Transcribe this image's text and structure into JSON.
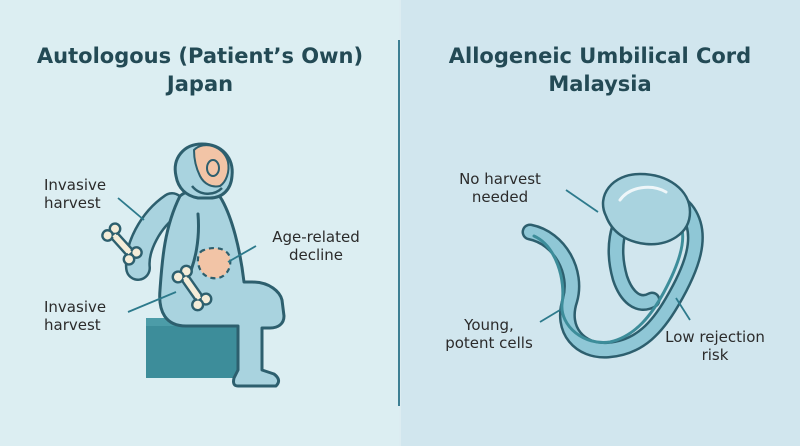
{
  "left_panel": {
    "title_line1": "Autologous (Patient’s Own)",
    "title_line2": "Japan",
    "labels": {
      "harvest_top_l1": "Invasive",
      "harvest_top_l2": "harvest",
      "harvest_bottom_l1": "Invasive",
      "harvest_bottom_l2": "harvest",
      "decline_l1": "Age-related",
      "decline_l2": "decline"
    }
  },
  "right_panel": {
    "title_line1": "Allogeneic Umbilical Cord",
    "title_line2": "Malaysia",
    "labels": {
      "no_harvest_l1": "No harvest",
      "no_harvest_l2": "needed",
      "young_l1": "Young,",
      "young_l2": "potent cells",
      "rejection_l1": "Low rejection",
      "rejection_l2": "risk"
    }
  },
  "colors": {
    "left_background": "#dceef2",
    "right_background": "#d1e6ee",
    "divider": "#3d7f93",
    "title_text": "#234a55",
    "figure_fill": "#a9d3df",
    "outline": "#2d5f6e",
    "skin": "#f2c4a6",
    "stool": "#3d8d9a",
    "cord_fill": "#8fc7d6"
  },
  "icons": [
    "seated-patient-icon",
    "bone-icon",
    "umbilical-cord-icon"
  ]
}
